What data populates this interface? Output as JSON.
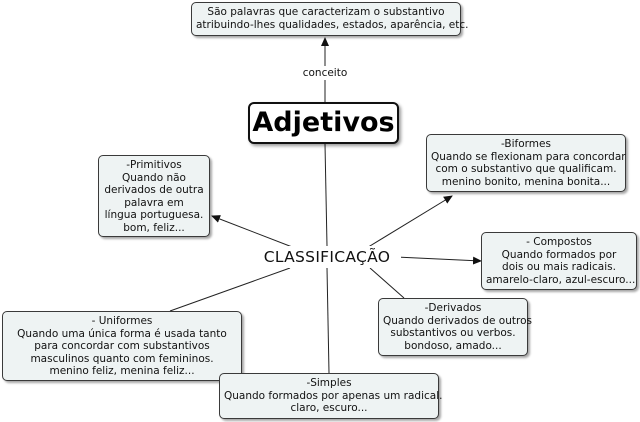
{
  "central_topic": "Adjetivos",
  "hub_label": "CLASSIFICAÇÃO",
  "link_label": "conceito",
  "definition": {
    "lines": [
      "São palavras que caracterizam o substantivo",
      "atribuindo-lhes qualidades, estados, aparência, etc."
    ]
  },
  "categories": [
    {
      "id": "primitivos",
      "lines": [
        "-Primitivos",
        "Quando não",
        "derivados de outra",
        "palavra em",
        "língua portuguesa.",
        "bom, feliz..."
      ]
    },
    {
      "id": "biformes",
      "lines": [
        "-Biformes",
        "Quando se flexionam para concordar",
        "com o substantivo que qualificam.",
        "menino bonito, menina bonita..."
      ]
    },
    {
      "id": "compostos",
      "lines": [
        "- Compostos",
        "Quando formados por",
        "dois ou mais radicais.",
        "amarelo-claro, azul-escuro..."
      ]
    },
    {
      "id": "derivados",
      "lines": [
        "-Derivados",
        "Quando derivados de outros",
        "substantivos ou verbos.",
        "bondoso, amado..."
      ]
    },
    {
      "id": "uniformes",
      "lines": [
        "- Uniformes",
        "Quando uma única forma é usada tanto",
        "para concordar com substantivos",
        "masculinos quanto com femininos.",
        "menino feliz, menina feliz..."
      ]
    },
    {
      "id": "simples",
      "lines": [
        "-Simples",
        "Quando formados por apenas um radical.",
        "claro, escuro..."
      ]
    }
  ],
  "colors": {
    "node_fill": "#eef3f3",
    "node_border": "#3a3a3a",
    "line": "#222222"
  }
}
